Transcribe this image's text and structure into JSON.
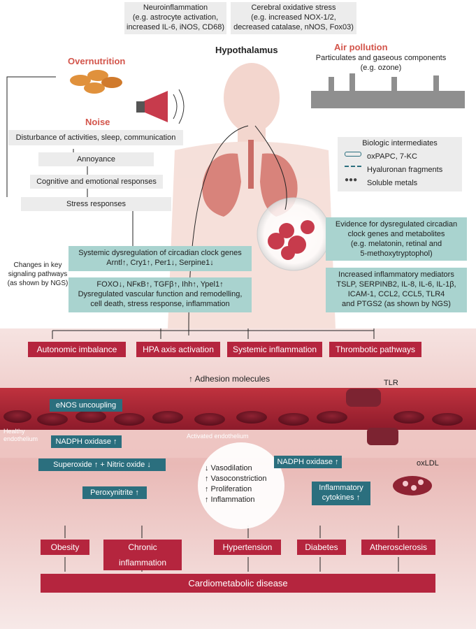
{
  "top": {
    "neuro": [
      "Neuroinflammation",
      "(e.g. astrocyte activation,",
      "increased IL-6, iNOS, CD68)"
    ],
    "oxid": [
      "Cerebral oxidative stress",
      "(e.g. increased NOX-1/2,",
      "decreased catalase, nNOS, Fox03)"
    ],
    "hypothalamus": "Hypothalamus",
    "air_title": "Air pollution",
    "air_sub": [
      "Particulates and gaseous components",
      "(e.g. ozone)"
    ]
  },
  "noise": {
    "overnutrition": "Overnutrition",
    "title": "Noise",
    "steps": [
      "Disturbance of activities, sleep, communication",
      "Annoyance",
      "Cognitive and emotional responses",
      "Stress responses"
    ]
  },
  "bio": {
    "title": "Biologic intermediates",
    "items": [
      "oxPAPC, 7-KC",
      "Hyaluronan fragments",
      "Soluble metals"
    ]
  },
  "side_label": [
    "Changes in key",
    "signaling pathways",
    "(as shown by NGS)"
  ],
  "circadian": [
    "Systemic dysregulation of circadian clock genes",
    "Arntl↑, Cry1↑, Per1↓, Serpine1↓"
  ],
  "foxo": [
    "FOXO↓, NFκB↑, TGFβ↑, Ihh↑, Ypel1↑",
    "Dysregulated vascular function and remodelling,",
    "cell death, stress response, inflammation"
  ],
  "evidence": [
    "Evidence for dysregulated circadian",
    "clock genes and metabolites",
    "(e.g. melatonin, retinal and",
    "5-methoxytryptophol)"
  ],
  "inflam": [
    "Increased inflammatory mediators",
    "TSLP, SERPINB2, IL-8, IL-6, IL-1β,",
    "ICAM-1, CCL2, CCL5, TLR4",
    "and PTGS2 (as shown by NGS)"
  ],
  "mid": [
    "Autonomic imbalance",
    "HPA axis activation",
    "Systemic inflammation",
    "Thrombotic pathways"
  ],
  "adhesion": "↑ Adhesion molecules",
  "tlr": "TLR",
  "vessel": {
    "enos": "eNOS uncoupling",
    "healthy": [
      "Healthy",
      "endothelium"
    ],
    "nadph1": "NADPH oxidase ↑",
    "activated": "Activated endothelium",
    "superoxide": "Superoxide ↑ + Nitric oxide ↓",
    "nadph2": "NADPH oxidase ↑",
    "oxldl": "oxLDL",
    "peroxy": "Peroxynitrite ↑",
    "effects": [
      "↓ Vasodilation",
      "↑ Vasoconstriction",
      "↑ Proliferation",
      "↑ Inflammation"
    ],
    "cytokines": [
      "Inflammatory",
      "cytokines ↑"
    ]
  },
  "outcomes": [
    "Obesity",
    "Chronic inflammation",
    "Hypertension",
    "Diabetes",
    "Atherosclerosis"
  ],
  "final": "Cardiometabolic disease",
  "colors": {
    "red": "#b5253e",
    "teal": "#a9d3cf",
    "dark_teal": "#2b6f7e",
    "grey_box": "#ececec",
    "title_red": "#d3554b"
  }
}
